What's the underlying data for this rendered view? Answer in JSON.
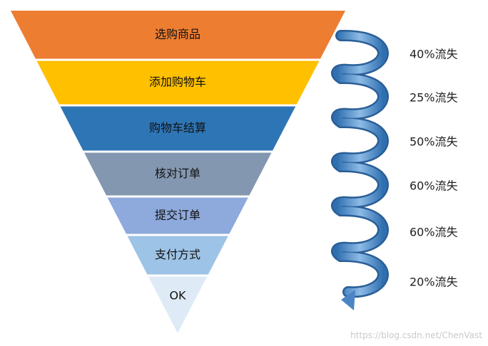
{
  "funnel": {
    "stages": [
      {
        "label": "选购商品",
        "color": "#ED7D31"
      },
      {
        "label": "添加购物车",
        "color": "#FFC000"
      },
      {
        "label": "购物车结算",
        "color": "#2E75B6"
      },
      {
        "label": "核对订单",
        "color": "#8497B0"
      },
      {
        "label": "提交订单",
        "color": "#8EA9DB"
      },
      {
        "label": "支付方式",
        "color": "#9DC3E6"
      },
      {
        "label": "OK",
        "color": "#DEEBF7"
      }
    ],
    "losses": [
      "40%流失",
      "25%流失",
      "50%流失",
      "60%流失",
      "60%流失",
      "20%流失"
    ],
    "spiral_color": "#4A86C5"
  },
  "watermark": "https://blog.csdn.net/ChenVast"
}
